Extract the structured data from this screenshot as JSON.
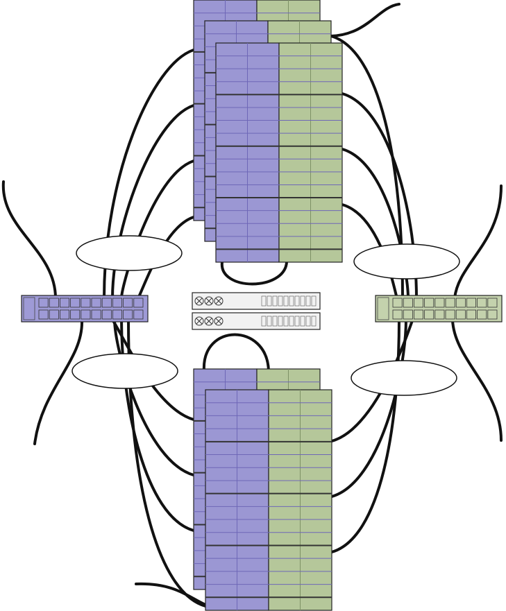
{
  "diagram": {
    "colors": {
      "purple": "#9B97D3",
      "purple_dark": "#6E67B7",
      "green": "#B5C79A",
      "green_dark": "#7E9266",
      "cable": "#111111",
      "outline": "#222222",
      "switch_left": "#9E9AD6",
      "switch_right": "#C4D2AD",
      "controller": "#F2F2F2"
    },
    "chassis_groups": [
      {
        "name": "top-chassis-stack",
        "chassis_count": 3
      },
      {
        "name": "bottom-chassis-stack",
        "chassis_count": 2
      }
    ],
    "switches": [
      {
        "name": "left-switch",
        "color": "purple"
      },
      {
        "name": "right-switch",
        "color": "green"
      }
    ],
    "controllers": [
      {
        "name": "controller-top"
      },
      {
        "name": "controller-bottom"
      }
    ],
    "callouts": [
      {
        "name": "callout-top-left",
        "text": ""
      },
      {
        "name": "callout-top-right",
        "text": ""
      },
      {
        "name": "callout-bottom-left",
        "text": ""
      },
      {
        "name": "callout-bottom-right",
        "text": ""
      }
    ]
  }
}
